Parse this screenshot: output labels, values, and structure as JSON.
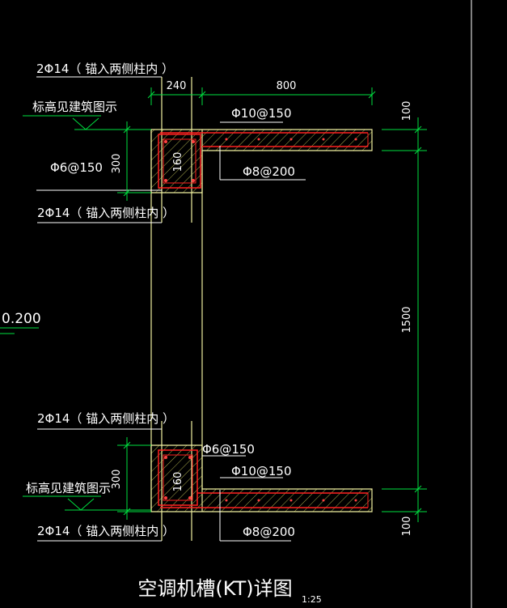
{
  "colors": {
    "background": "#000000",
    "outline": "#f0f0a0",
    "rebar": "#ff2020",
    "dimension": "#00e040",
    "text": "#ffffff",
    "hatch": "#e0e060"
  },
  "labels": {
    "rebar_top_1": "2Φ14（  锚入两侧柱内  ）",
    "elevation_note_top": "标高见建筑图示",
    "stirrup_top": "Φ6@150",
    "rebar_top_2": "2Φ14（  锚入两侧柱内  ）",
    "rebar_bottom_1": "2Φ14（  锚入两侧柱内  ）",
    "stirrup_bottom": "Φ6@150",
    "elevation_note_bottom": "标高见建筑图示",
    "rebar_bottom_2": "2Φ14（  锚入两侧柱内  ）",
    "slab_top_main": "Φ10@150",
    "slab_top_dist": "Φ8@200",
    "slab_bottom_main": "Φ10@150",
    "slab_bottom_dist": "Φ8@200",
    "elevation_value": "0.200"
  },
  "dimensions": {
    "width_240": "240",
    "width_800": "800",
    "height_100_top": "100",
    "height_1500": "1500",
    "height_100_bottom": "100",
    "beam_300_top": "300",
    "beam_300_bottom": "300",
    "beam_160_top": "160",
    "beam_160_bottom": "160"
  },
  "title": {
    "text": "空调机槽(KT)详图",
    "scale": "1:25"
  }
}
